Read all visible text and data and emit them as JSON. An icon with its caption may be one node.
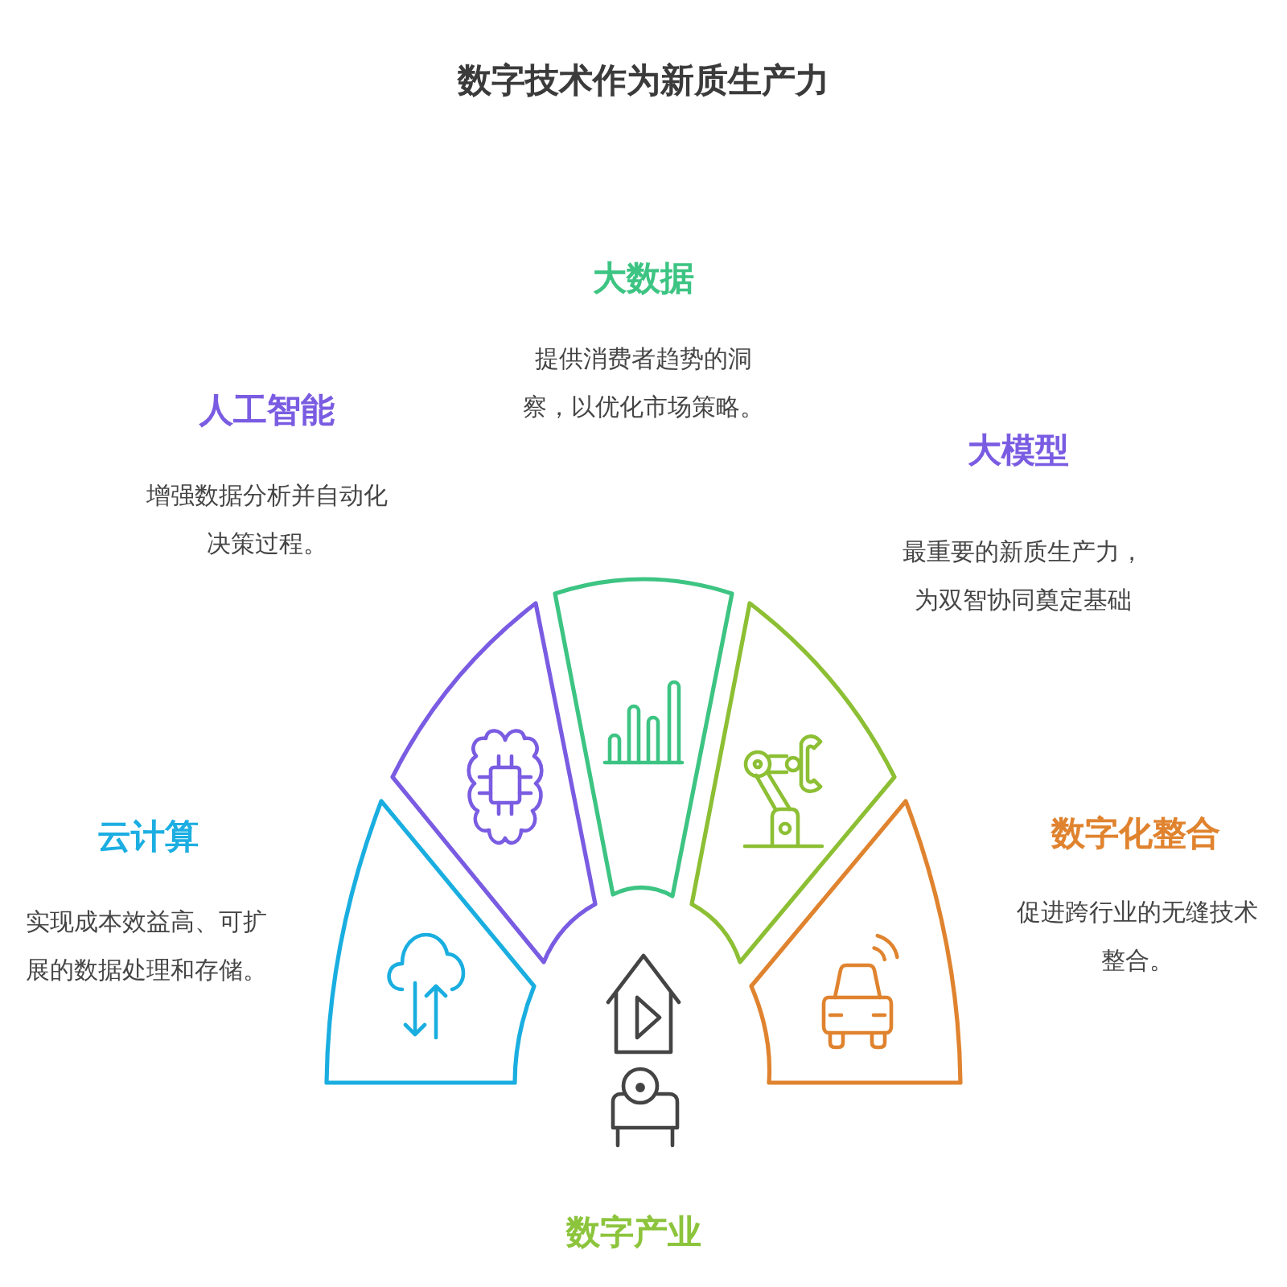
{
  "diagram": {
    "title": "数字技术作为新质生产力",
    "nodes": [
      {
        "text": [],
        "shape": "sector",
        "beside": [
          "云计算",
          "实现成本效益高、可扩展的数据处理和存储。"
        ]
      },
      {
        "text": [],
        "shape": "sector",
        "beside": [
          "人工智能",
          "增强数据分析并自动化决策过程。"
        ]
      },
      {
        "text": [],
        "shape": "sector",
        "beside": [
          "大数据",
          "提供消费者趋势的洞察，以优化市场策略。"
        ]
      },
      {
        "text": [],
        "shape": "sector",
        "beside": [
          "大模型",
          "最重要的新质生产力，为双智协同奠定基础"
        ]
      },
      {
        "text": [],
        "shape": "sector",
        "beside": [
          "数字化整合",
          "促进跨行业的无缝技术整合。"
        ]
      }
    ],
    "labels": [
      "数字产业"
    ]
  }
}
